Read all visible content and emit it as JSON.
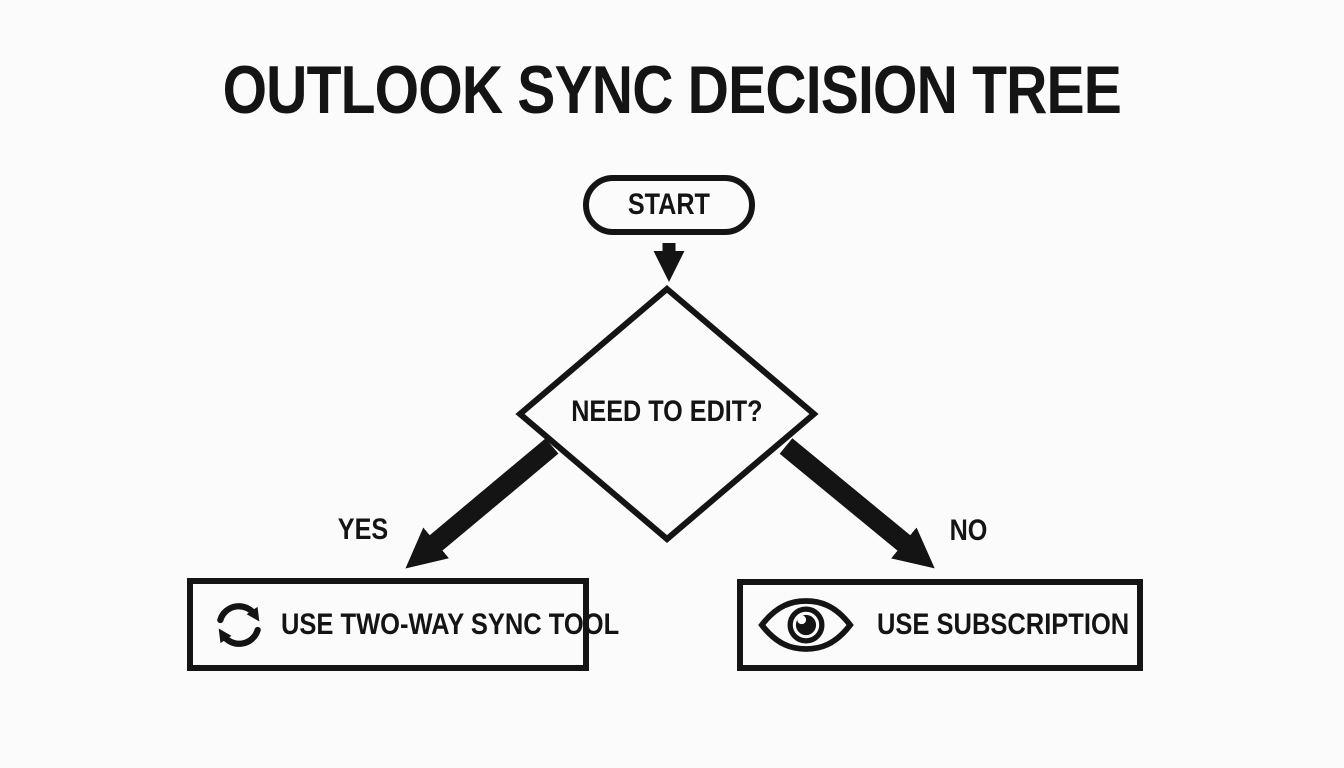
{
  "page": {
    "background": "#fbfbfb",
    "ink": "#141414"
  },
  "diagram": {
    "title": "OUTLOOK SYNC DECISION TREE",
    "start": {
      "label": "START"
    },
    "decision": {
      "label": "NEED TO EDIT?"
    },
    "branches": {
      "yes": {
        "label": "YES",
        "result": "USE TWO-WAY SYNC TOOL",
        "icon": "sync-icon"
      },
      "no": {
        "label": "NO",
        "result": "USE SUBSCRIPTION",
        "icon": "eye-icon"
      }
    }
  }
}
